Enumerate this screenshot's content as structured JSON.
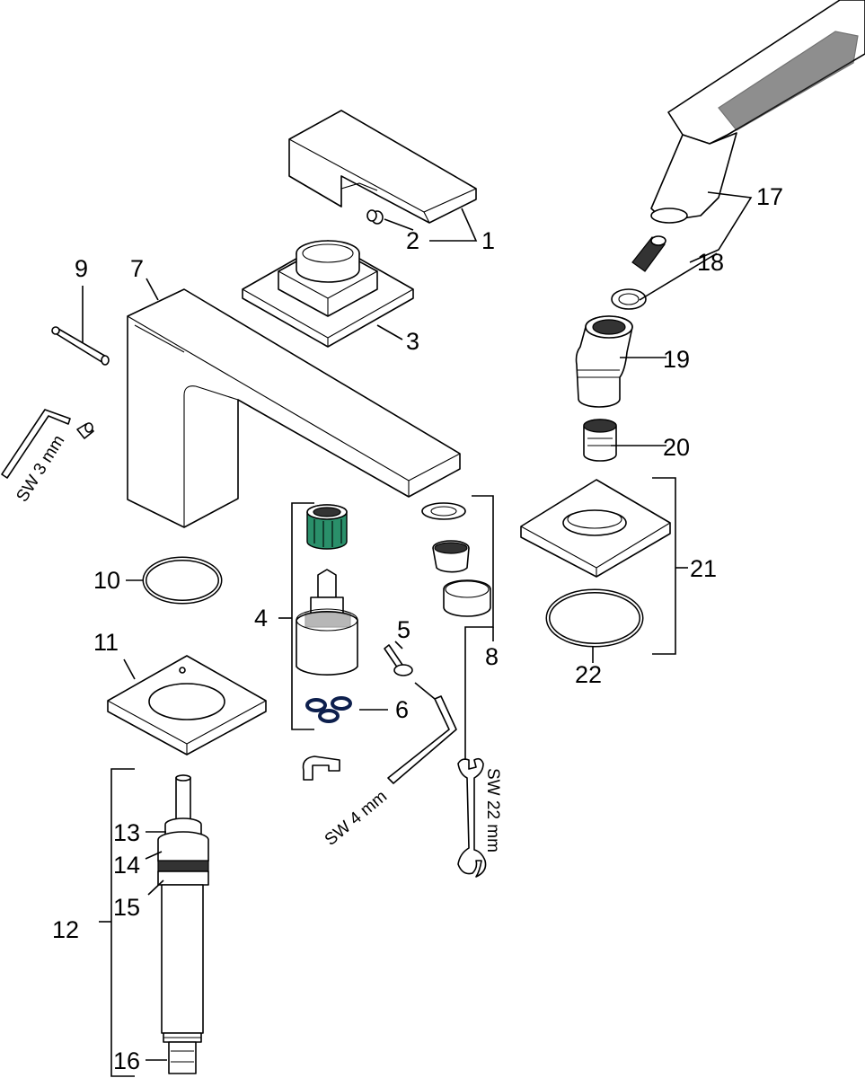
{
  "labels": {
    "p1": "1",
    "p2": "2",
    "p3": "3",
    "p4": "4",
    "p5": "5",
    "p6": "6",
    "p7": "7",
    "p8": "8",
    "p9": "9",
    "p10": "10",
    "p11": "11",
    "p12": "12",
    "p13": "13",
    "p14": "14",
    "p15": "15",
    "p16": "16",
    "p17": "17",
    "p18": "18",
    "p19": "19",
    "p20": "20",
    "p21": "21",
    "p22": "22"
  },
  "tools": {
    "hex3": "SW 3 mm",
    "hex4": "SW 4 mm",
    "wrench22": "SW 22 mm"
  }
}
